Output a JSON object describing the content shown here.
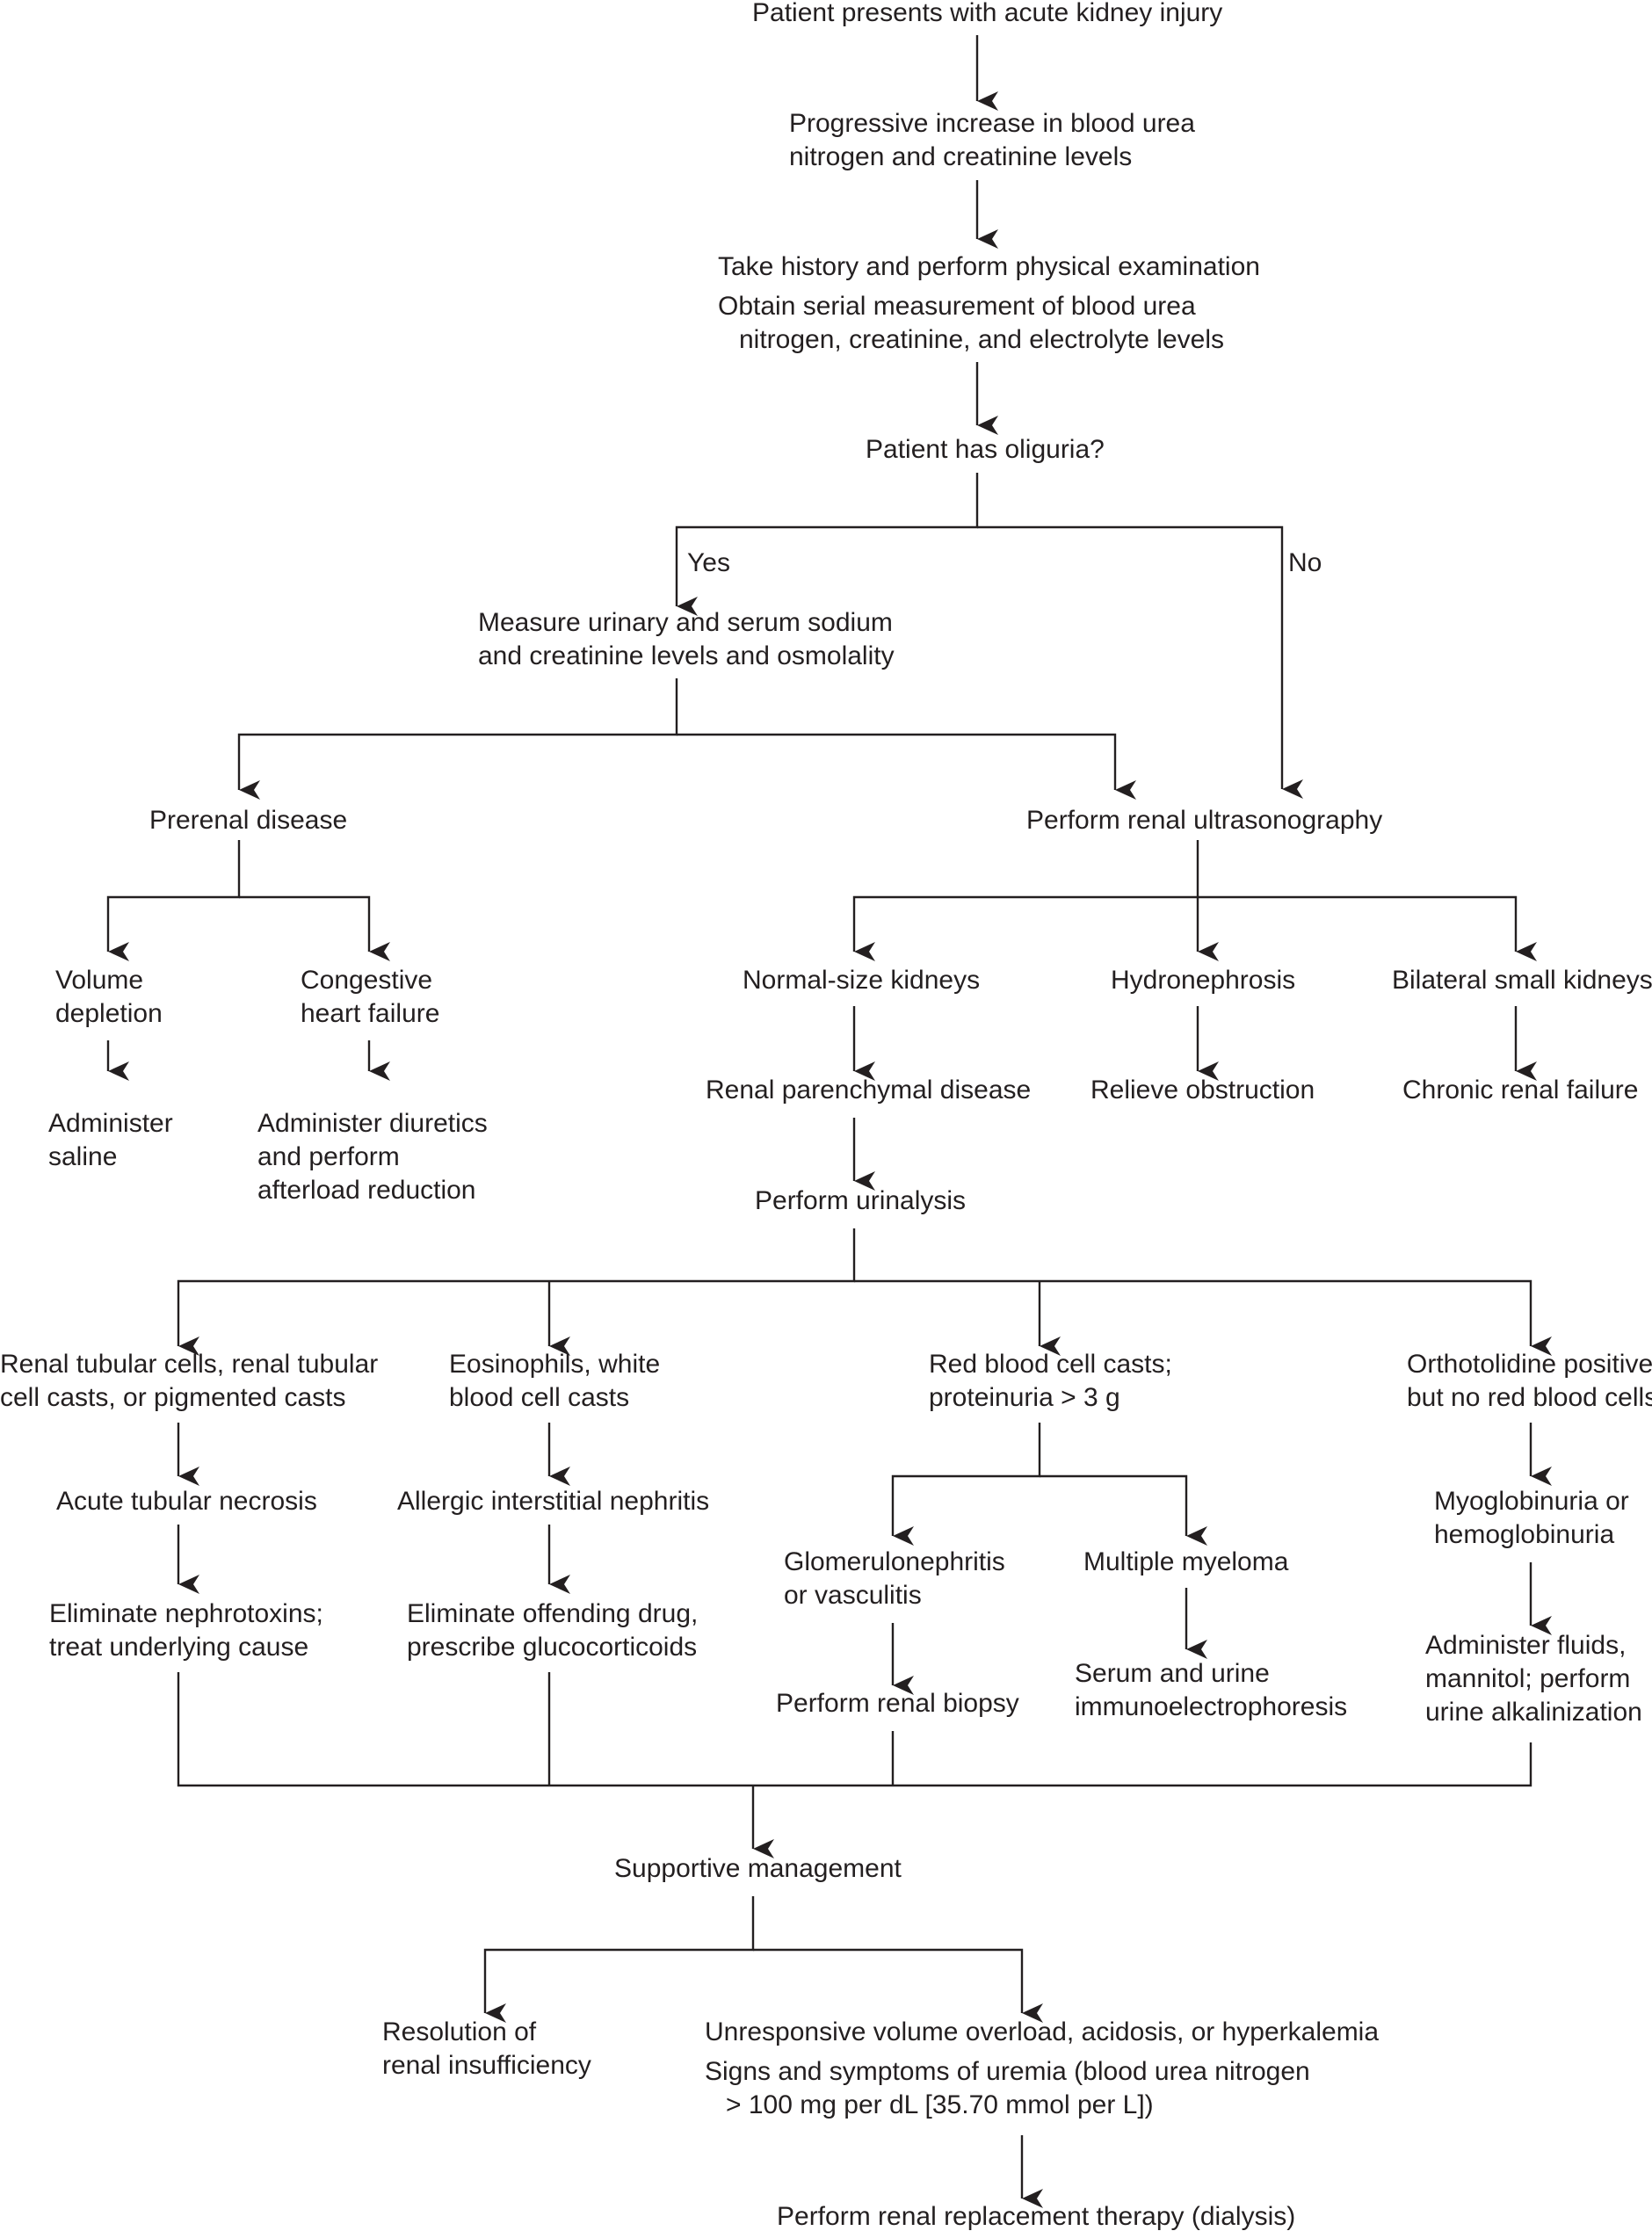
{
  "nodes": {
    "n1": [
      "Patient presents with acute kidney injury"
    ],
    "n2": [
      "Progressive increase in blood urea",
      "nitrogen and creatinine levels"
    ],
    "n3": [
      "Take history and perform physical examination",
      "Obtain serial measurement of blood urea",
      "nitrogen, creatinine, and electrolyte levels"
    ],
    "n4": [
      "Patient has oliguria?"
    ],
    "n5": [
      "Measure urinary and serum sodium",
      "and creatinine levels and osmolality"
    ],
    "n6": [
      "Prerenal disease"
    ],
    "n7": [
      "Perform renal ultrasonography"
    ],
    "n8": [
      "Volume",
      "depletion"
    ],
    "n9": [
      "Congestive",
      "heart failure"
    ],
    "n10": [
      "Administer",
      "saline"
    ],
    "n11": [
      "Administer diuretics",
      "and perform",
      "afterload reduction"
    ],
    "n12": [
      "Normal-size kidneys"
    ],
    "n13": [
      "Hydronephrosis"
    ],
    "n14": [
      "Bilateral small kidneys"
    ],
    "n15": [
      "Renal parenchymal disease"
    ],
    "n16": [
      "Relieve obstruction"
    ],
    "n17": [
      "Chronic renal failure"
    ],
    "n18": [
      "Perform urinalysis"
    ],
    "n19": [
      "Renal tubular cells, renal tubular",
      "cell casts, or pigmented casts"
    ],
    "n20": [
      "Eosinophils, white",
      "blood cell casts"
    ],
    "n21": [
      "Red blood cell casts;",
      "proteinuria > 3 g"
    ],
    "n22": [
      "Orthotolidine positive",
      "but no red blood cells"
    ],
    "n23": [
      "Acute tubular necrosis"
    ],
    "n24": [
      "Allergic interstitial nephritis"
    ],
    "n25": [
      "Glomerulonephritis",
      "or vasculitis"
    ],
    "n26": [
      "Multiple myeloma"
    ],
    "n27": [
      "Myoglobinuria or",
      "hemoglobinuria"
    ],
    "n28": [
      "Eliminate nephrotoxins;",
      "treat underlying cause"
    ],
    "n29": [
      "Eliminate offending drug,",
      "prescribe glucocorticoids"
    ],
    "n30": [
      "Perform renal biopsy"
    ],
    "n31": [
      "Serum and urine",
      "immunoelectrophoresis"
    ],
    "n32": [
      "Administer fluids,",
      "mannitol; perform",
      "urine alkalinization"
    ],
    "n33": [
      "Supportive management"
    ],
    "n34": [
      "Resolution of",
      "renal insufficiency"
    ],
    "n35": [
      "Unresponsive volume overload, acidosis, or hyperkalemia",
      "Signs and symptoms of uremia (blood urea nitrogen",
      "> 100 mg per dL [35.70 mmol per L])"
    ],
    "n36": [
      "Perform renal replacement therapy (dialysis)"
    ]
  },
  "edge_labels": {
    "yes": "Yes",
    "no": "No"
  }
}
